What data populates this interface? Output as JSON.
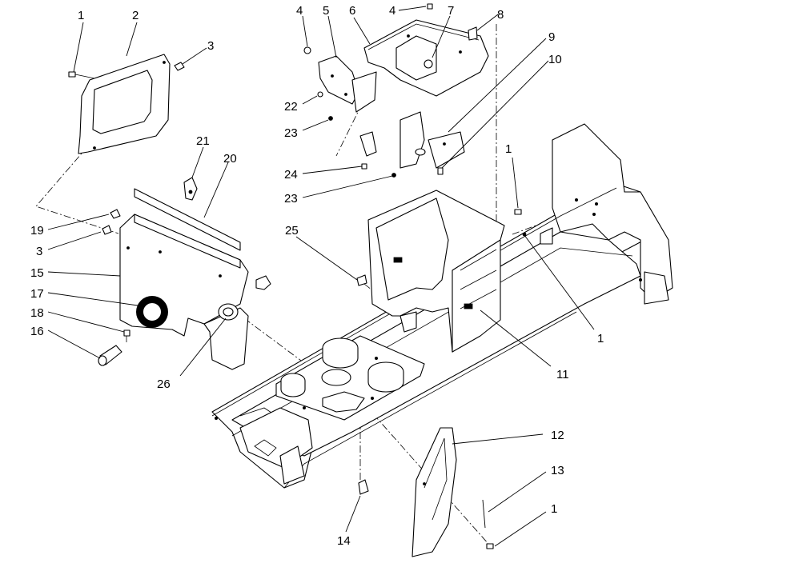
{
  "callouts": {
    "c1a": "1",
    "c2": "2",
    "c3a": "3",
    "c4a": "4",
    "c5": "5",
    "c6": "6",
    "c4b": "4",
    "c7": "7",
    "c8": "8",
    "c9": "9",
    "c10": "10",
    "c22": "22",
    "c23a": "23",
    "c24": "24",
    "c23b": "23",
    "c21": "21",
    "c20": "20",
    "c19": "19",
    "c3b": "3",
    "c15": "15",
    "c17": "17",
    "c18": "18",
    "c16": "16",
    "c25": "25",
    "c26": "26",
    "c1b": "1",
    "c1c": "1",
    "c11": "11",
    "c12": "12",
    "c13": "13",
    "c1d": "1",
    "c14": "14"
  }
}
